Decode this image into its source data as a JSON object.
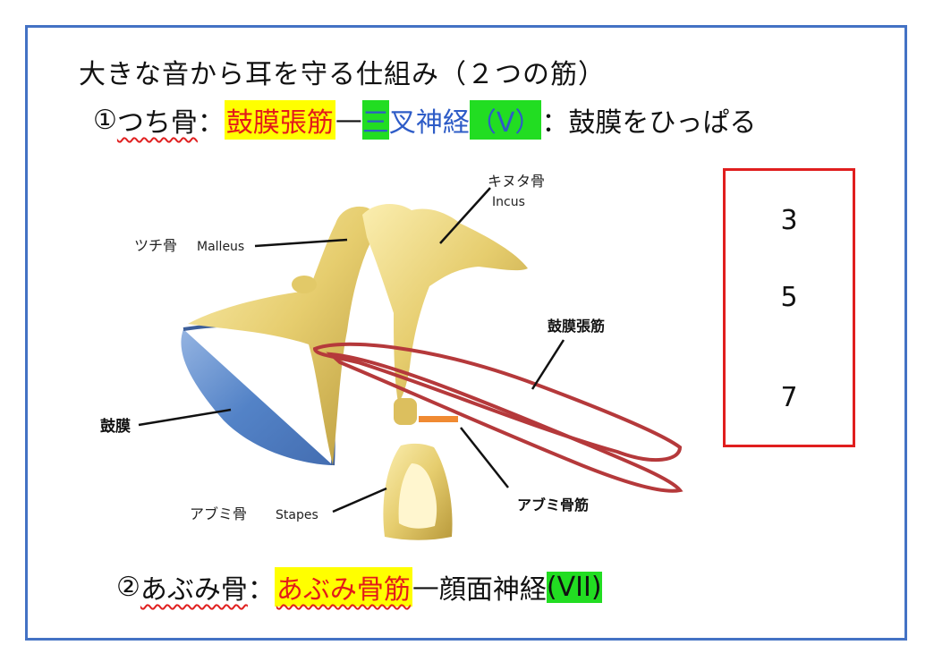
{
  "title": "大きな音から耳を守る仕組み（２つの筋）",
  "line1": {
    "circle": "①",
    "bone": "つち骨",
    "colon": "：",
    "muscle": "鼓膜張筋",
    "dash": "—",
    "nerve_hl": "三",
    "nerve_rest": "叉神経",
    "nerve_code": "（V）",
    "action": "：鼓膜をひっぱる"
  },
  "line2": {
    "circle": "②",
    "bone": "あぶみ骨",
    "colon": "：",
    "muscle": "あぶみ骨筋",
    "dash": "—",
    "nerve": "顔面神経",
    "nerve_code": "(VII)"
  },
  "labels": {
    "incus_jp": "キヌタ骨",
    "incus_en": "Incus",
    "malleus_jp": "ツチ骨",
    "malleus_en": "Malleus",
    "tensor": "鼓膜張筋",
    "eardrum": "鼓膜",
    "stapes_jp": "アブミ骨",
    "stapes_en": "Stapes",
    "stapedius": "アブミ骨筋"
  },
  "numbers": [
    "3",
    "5",
    "7"
  ],
  "colors": {
    "frame": "#4472c4",
    "highlight_yellow": "#ffff00",
    "highlight_green": "#22dd22",
    "muscle_red": "#b5393b",
    "eardrum_blue": "#4a7cc4",
    "bone": "#e8d27a",
    "box_red": "#e01e1e"
  }
}
